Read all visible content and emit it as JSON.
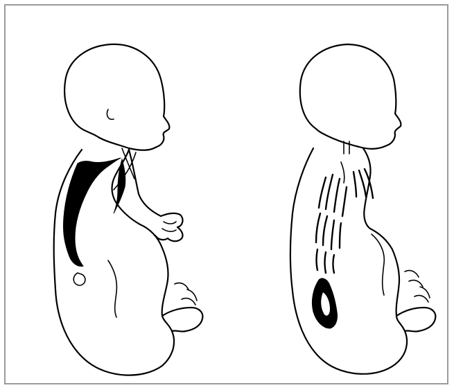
{
  "illustration": {
    "figures": [
      {
        "id": "left",
        "icon": "infant-side-view-drawing"
      },
      {
        "id": "right",
        "icon": "infant-side-view-drawing"
      }
    ],
    "colors": {
      "ink": "#000000",
      "background": "#ffffff",
      "frame": "#9a9a9a"
    }
  }
}
